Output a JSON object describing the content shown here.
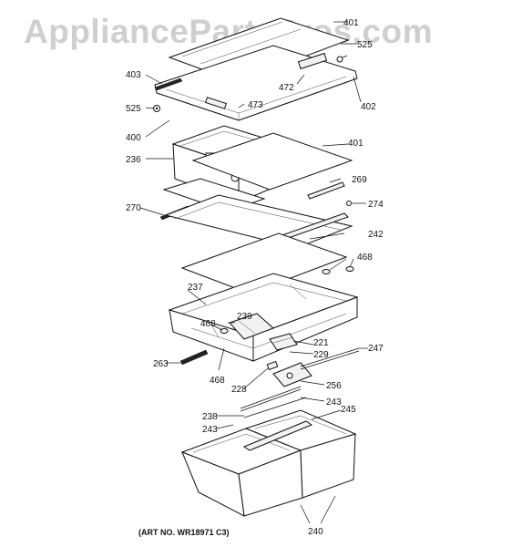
{
  "watermark": "AppliancePartsPros.com",
  "art_number": "(ART NO. WR18971 C3)",
  "labels": {
    "l401a": "401",
    "l525a": "525",
    "l403": "403",
    "l472": "472",
    "l473": "473",
    "l402": "402",
    "l525b": "525",
    "l400": "400",
    "l401b": "401",
    "l236": "236",
    "l269": "269",
    "l274": "274",
    "l270": "270",
    "l242": "242",
    "l468a": "468",
    "l237": "237",
    "l239": "239",
    "l468b": "468",
    "l221": "221",
    "l229": "229",
    "l247": "247",
    "l263": "263",
    "l468c": "468",
    "l228": "228",
    "l256": "256",
    "l243a": "243",
    "l238": "238",
    "l245": "245",
    "l243b": "243",
    "l240": "240"
  }
}
